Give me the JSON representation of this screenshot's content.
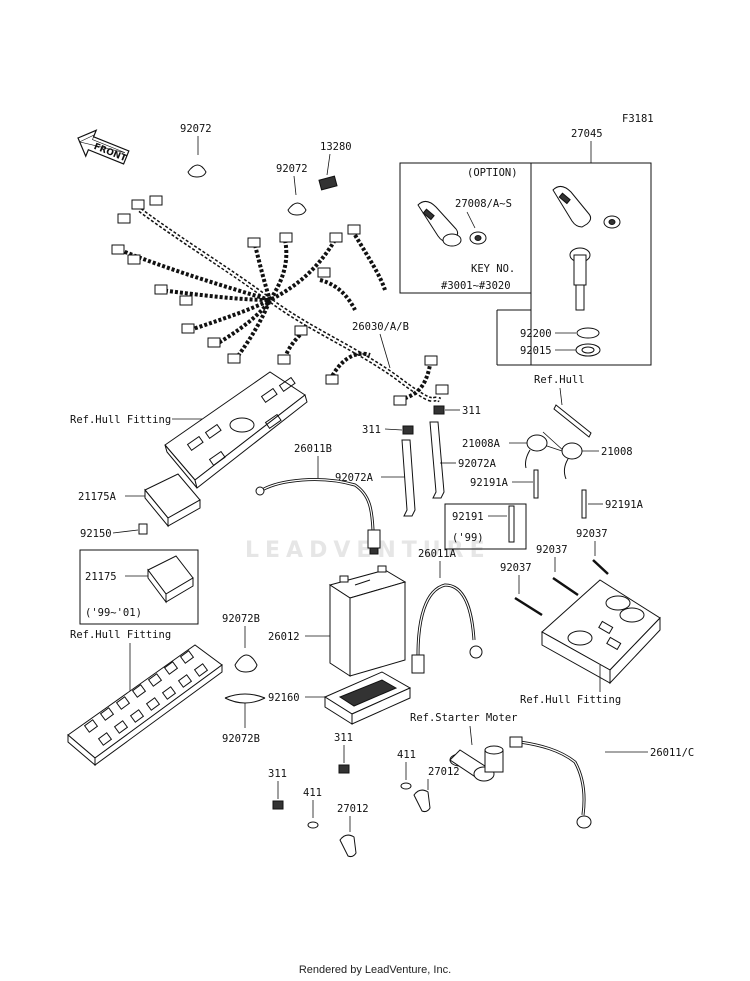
{
  "figure_code": "F3181",
  "watermark": "LEADVENTURE",
  "footer": "Rendered by LeadVenture, Inc.",
  "front_label": "FRONT",
  "labels": {
    "p92072_top": "92072",
    "p13280": "13280",
    "p92072_mid": "92072",
    "p26030": "26030/A/B",
    "p27045": "27045",
    "option": "(OPTION)",
    "p27008": "27008/A~S",
    "key_no": "KEY NO.",
    "key_range": "#3001~#3020",
    "p92200": "92200",
    "p92015": "92015",
    "ref_hull_top": "Ref.Hull",
    "ref_hull_fitting_1": "Ref.Hull Fitting",
    "p311_a": "311",
    "p311_b": "311",
    "p26011B": "26011B",
    "p21008A": "21008A",
    "p92072A_a": "92072A",
    "p92072A_b": "92072A",
    "p21008": "21008",
    "p21175A": "21175A",
    "p92191A_a": "92191A",
    "p92191A_b": "92191A",
    "p92150": "92150",
    "p92191": "92191",
    "p99": "('99)",
    "p92037_a": "92037",
    "p92037_b": "92037",
    "p92037_c": "92037",
    "p26011A": "26011A",
    "p21175": "21175",
    "p99_01": "('99~'01)",
    "ref_hull_fitting_2": "Ref.Hull Fitting",
    "p92072B_a": "92072B",
    "p26012": "26012",
    "ref_hull_fitting_3": "Ref.Hull Fitting",
    "p92160": "92160",
    "ref_starter": "Ref.Starter Moter",
    "p92072B_b": "92072B",
    "p311_c": "311",
    "p411_a": "411",
    "p27012_a": "27012",
    "p26011C": "26011/C",
    "p311_d": "311",
    "p411_b": "411",
    "p27012_b": "27012"
  }
}
